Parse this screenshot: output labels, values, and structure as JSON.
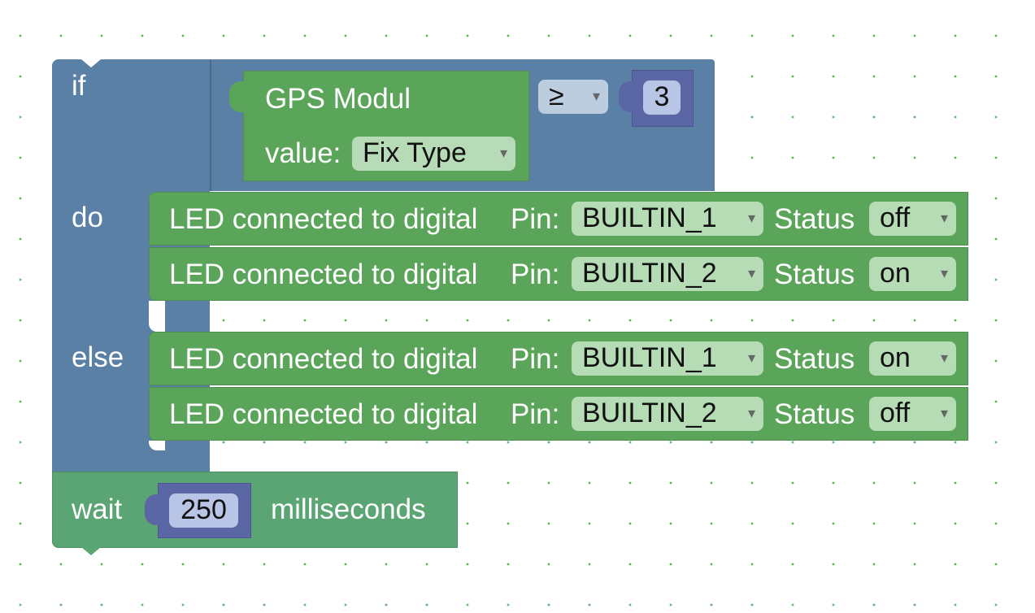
{
  "colors": {
    "logic": "#5b80a5",
    "led": "#5ba55b",
    "math": "#5b67a5",
    "wait": "#5ba574",
    "grid_dot": "#5cb85c"
  },
  "if_block": {
    "if_label": "if",
    "do_label": "do",
    "else_label": "else"
  },
  "condition": {
    "sensor_label": "GPS Modul",
    "value_label": "value:",
    "value_option": "Fix Type",
    "operator": "≥",
    "number": "3"
  },
  "led_blocks": [
    {
      "label": "LED connected to digital",
      "pin_label": "Pin:",
      "pin": "BUILTIN_1",
      "status_label": "Status",
      "status": "off"
    },
    {
      "label": "LED connected to digital",
      "pin_label": "Pin:",
      "pin": "BUILTIN_2",
      "status_label": "Status",
      "status": "on"
    },
    {
      "label": "LED connected to digital",
      "pin_label": "Pin:",
      "pin": "BUILTIN_1",
      "status_label": "Status",
      "status": "on"
    },
    {
      "label": "LED connected to digital",
      "pin_label": "Pin:",
      "pin": "BUILTIN_2",
      "status_label": "Status",
      "status": "off"
    }
  ],
  "wait_block": {
    "wait_label": "wait",
    "duration": "250",
    "unit_label": "milliseconds"
  },
  "icons": {
    "dropdown": "▾"
  }
}
